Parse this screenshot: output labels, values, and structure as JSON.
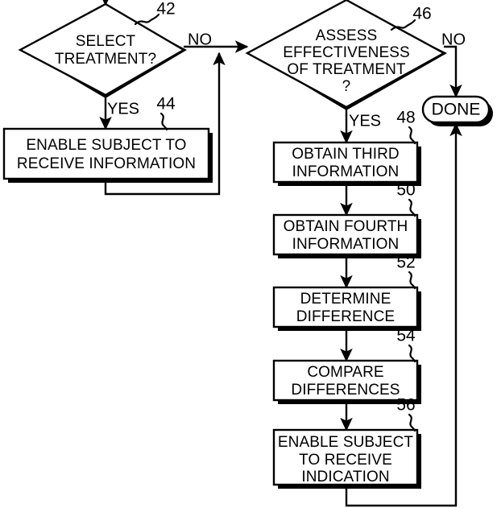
{
  "figure": {
    "title": "Treatment selection and effectiveness assessment flowchart",
    "background_color": "#ffffff",
    "line_color": "#000000"
  },
  "decisions": [
    {
      "id": "select-treatment",
      "ref": "42",
      "lines": [
        "SELECT",
        "TREATMENT?"
      ],
      "yes_label": "YES",
      "no_label": "NO"
    },
    {
      "id": "assess-effectiveness",
      "ref": "46",
      "lines": [
        "ASSESS",
        "EFFECTIVENESS",
        "OF TREATMENT",
        "?"
      ],
      "yes_label": "YES",
      "no_label": "NO"
    }
  ],
  "processes": [
    {
      "id": "enable-subject-receive-information",
      "ref": "44",
      "lines": [
        "ENABLE SUBJECT TO",
        "RECEIVE INFORMATION"
      ]
    },
    {
      "id": "obtain-third-information",
      "ref": "48",
      "lines": [
        "OBTAIN THIRD",
        "INFORMATION"
      ]
    },
    {
      "id": "obtain-fourth-information",
      "ref": "50",
      "lines": [
        "OBTAIN FOURTH",
        "INFORMATION"
      ]
    },
    {
      "id": "determine-difference",
      "ref": "52",
      "lines": [
        "DETERMINE",
        "DIFFERENCE"
      ]
    },
    {
      "id": "compare-differences",
      "ref": "54",
      "lines": [
        "COMPARE",
        "DIFFERENCES"
      ]
    },
    {
      "id": "enable-subject-receive-indication",
      "ref": "56",
      "lines": [
        "ENABLE SUBJECT",
        "TO RECEIVE",
        "INDICATION"
      ]
    }
  ],
  "terminator": {
    "id": "done",
    "label": "DONE"
  }
}
